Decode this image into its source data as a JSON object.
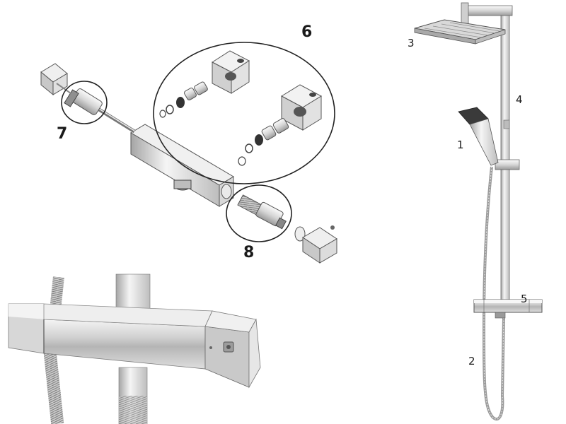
{
  "callouts": {
    "overhead_head": "3",
    "riser_rail": "4",
    "handset": "1",
    "valve_bar": "5",
    "hose": "2",
    "wall_elbows": "6",
    "thermostatic_cartridge": "7",
    "flow_cartridge": "8"
  },
  "colors": {
    "chrome_light": "#f2f2f2",
    "chrome_mid": "#c9c9c9",
    "chrome_dark": "#8a8a8a",
    "line": "#555555",
    "text": "#1a1a1a"
  }
}
